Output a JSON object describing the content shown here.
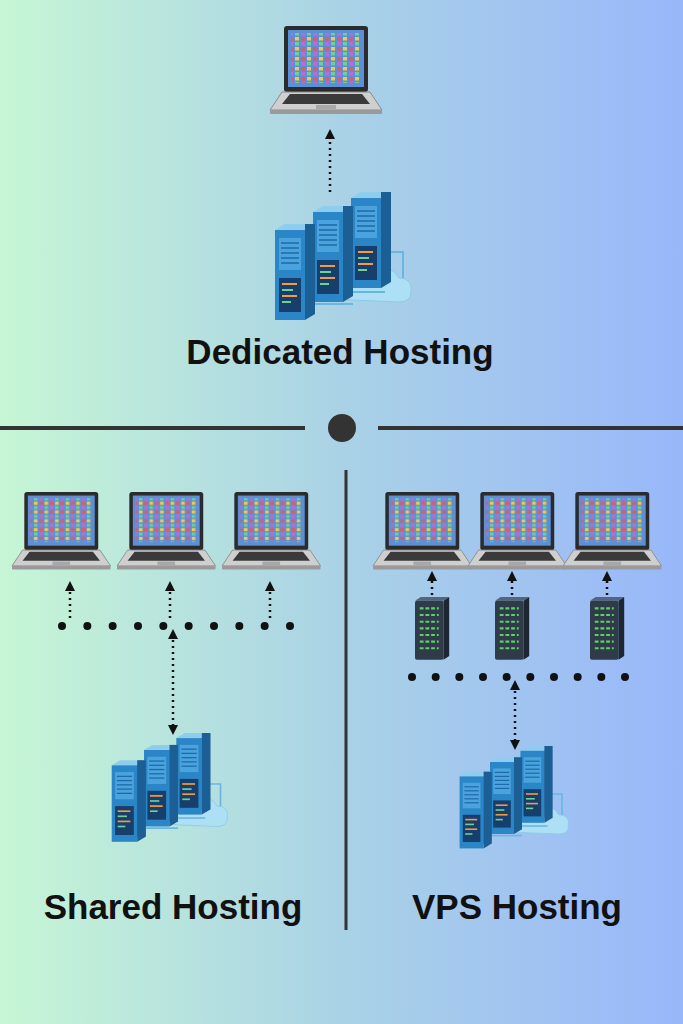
{
  "diagram": {
    "labels": [
      "Dedicated Hosting",
      "Shared Hosting",
      "VPS Hosting"
    ]
  }
}
